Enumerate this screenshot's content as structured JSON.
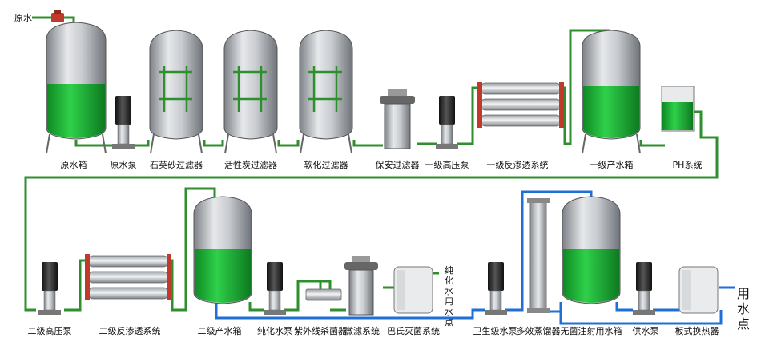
{
  "labels": {
    "raw_water_in": "原水",
    "raw_tank": "原水箱",
    "raw_pump": "原水泵",
    "quartz_filter": "石英砂过滤器",
    "carbon_filter": "活性炭过滤器",
    "softener": "软化过滤器",
    "security_filter": "保安过滤器",
    "hp_pump_1": "一级高压泵",
    "ro_1": "一级反渗透系统",
    "product_tank_1": "一级产水箱",
    "ph_system": "PH系统",
    "hp_pump_2": "二级高压泵",
    "ro_2": "二级反渗透系统",
    "product_tank_2": "二级产水箱",
    "pure_pump": "纯化水泵",
    "uv_sterilizer": "紫外线杀菌器",
    "micro_filter": "微滤系统",
    "pasteur": "巴氏灭菌系统",
    "pure_water_point": "纯化水用水点",
    "sanitary_pump": "卫生级水泵",
    "distiller": "多效蒸馏器",
    "wfi_tank": "无菌注射用水箱",
    "supply_pump": "供水泵",
    "plate_exchanger": "板式换热器",
    "use_point": "用水点"
  },
  "colors": {
    "pipe_green": "#2f8f2f",
    "pipe_blue": "#1f6fd6",
    "water_green": "#22b73a",
    "tank_gray": "#b8bcc0"
  }
}
